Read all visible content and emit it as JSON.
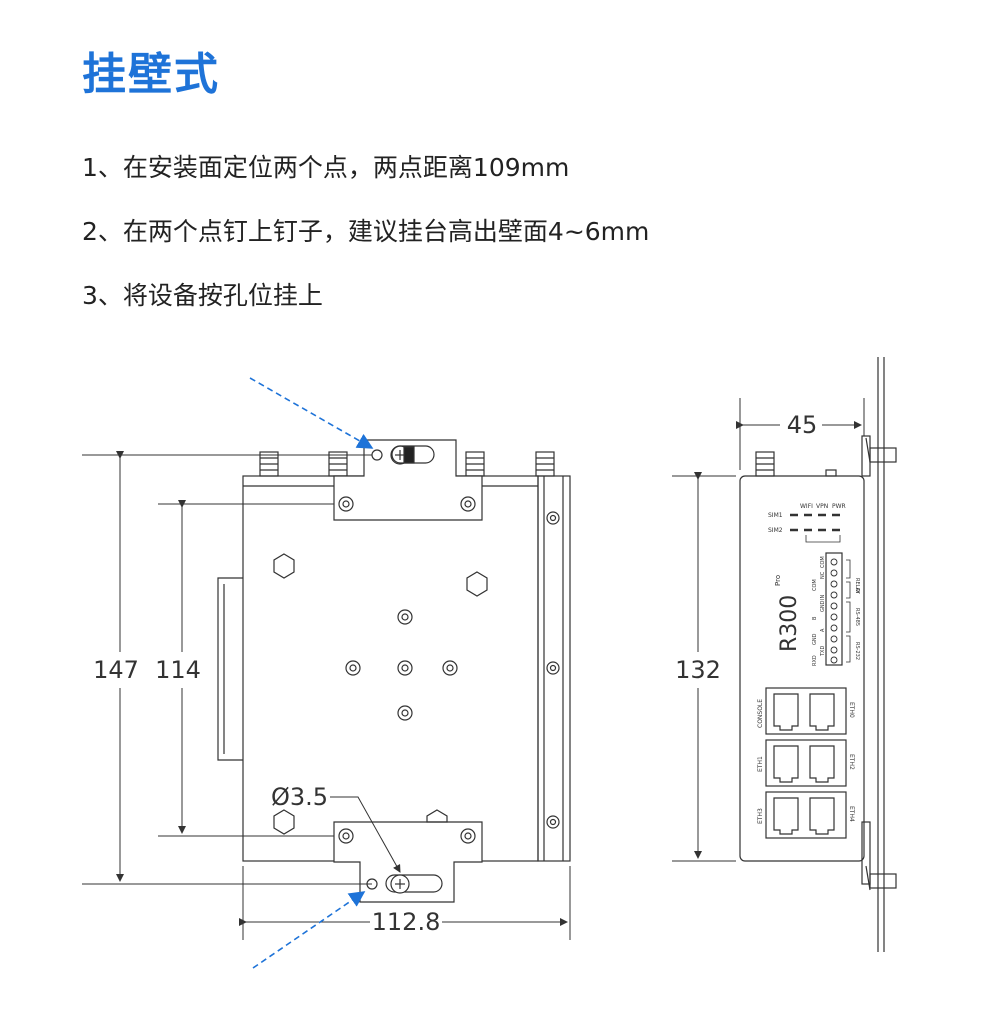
{
  "title": "挂壁式",
  "steps": [
    "1、在安装面定位两个点，两点距离109mm",
    "2、在两个点钉上钉子，建议挂台高出壁面4~6mm",
    "3、将设备按孔位挂上"
  ],
  "dimensions": {
    "height_total": "147",
    "height_holes": "114",
    "width": "112.8",
    "hole_diameter": "Ø3.5",
    "depth": "45",
    "side_height": "132"
  },
  "device": {
    "model": "R300",
    "model_suffix": "Pro",
    "leds": {
      "wifi": "WIFI",
      "vpn": "VPN",
      "pwr": "PWR",
      "sim1": "SIM1",
      "sim2": "SIM2"
    },
    "terminal_pins": [
      "COM",
      "NC",
      "COM",
      "IN",
      "GND",
      "B",
      "A",
      "GND",
      "TXD",
      "RXD"
    ],
    "terminal_groups": [
      "RELAY",
      "DI",
      "RS-485",
      "RS-232"
    ],
    "ports": [
      "CONSOLE",
      "ETH0",
      "ETH1",
      "ETH2",
      "ETH3",
      "ETH4"
    ]
  },
  "colors": {
    "accent": "#1e73d8",
    "line": "#333333",
    "arrow": "#1e73d8"
  }
}
